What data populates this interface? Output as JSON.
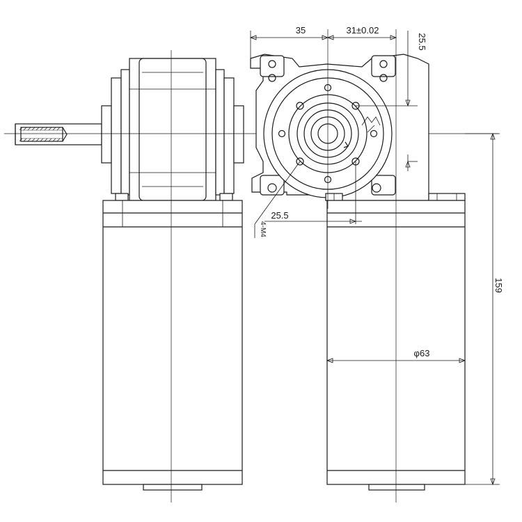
{
  "dimensions": {
    "d35": "35",
    "d31": "31±0.02",
    "d25_5_top": "25.5",
    "d25_5_bottom": "25.5",
    "thread": "4-M4",
    "height": "159",
    "diameter": "φ63"
  }
}
